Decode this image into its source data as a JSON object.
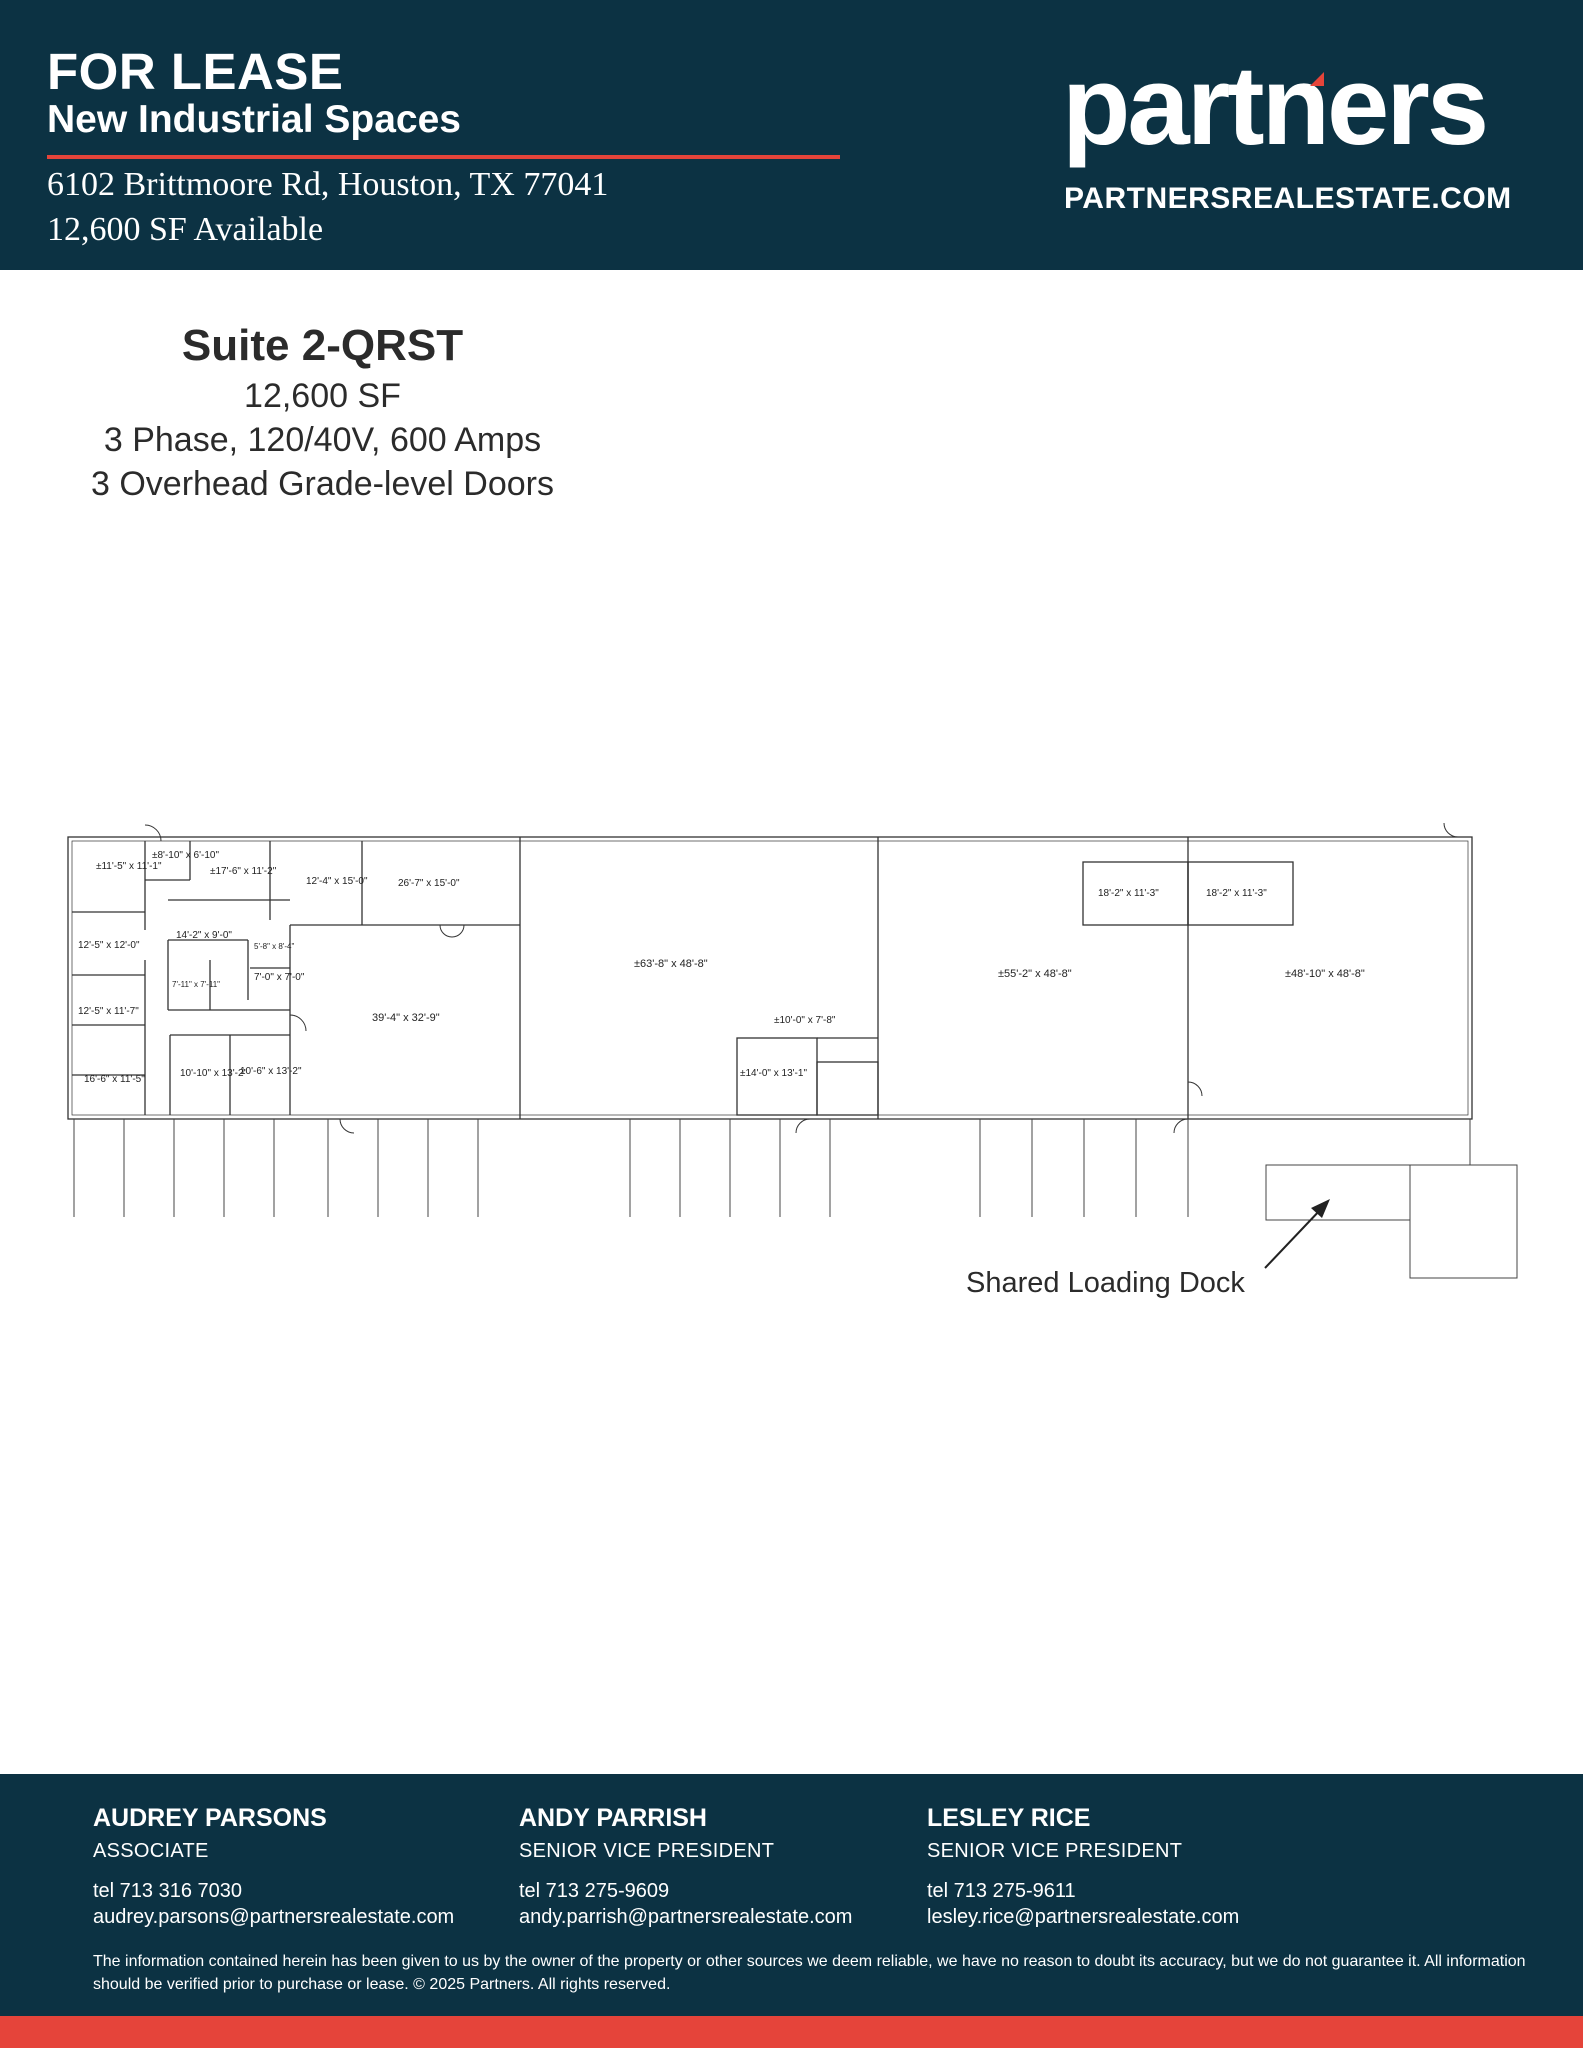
{
  "header": {
    "title": "FOR LEASE",
    "subtitle": "New Industrial Spaces",
    "address": "6102 Brittmoore Rd, Houston, TX 77041",
    "available": "12,600 SF Available",
    "logo_text": "partners",
    "website": "PARTNERSREALESTATE.COM"
  },
  "suite": {
    "title": "Suite 2-QRST",
    "area": "12,600 SF",
    "power": "3 Phase, 120/40V, 600 Amps",
    "doors": "3 Overhead Grade-level Doors"
  },
  "floor_plan": {
    "rooms": [
      "±11'-5\" x 11'-1\"",
      "±8'-10\" x 6'-10\"",
      "±17'-6\" x 11'-2\"",
      "12'-4\" x 15'-0\"",
      "26'-7\" x 15'-0\"",
      "14'-2\" x 9'-0\"",
      "5'-8\" x 8'-4\"",
      "12'-5\" x 12'-0\"",
      "7'-11\" x 7'-11\"",
      "7'-0\" x 7'-0\"",
      "12'-5\" x 11'-7\"",
      "39'-4\" x 32'-9\"",
      "16'-6\" x 11'-5\"",
      "10'-10\" x 13'-2\"",
      "10'-6\" x 13'-2\"",
      "±63'-8\" x 48'-8\"",
      "±10'-0\" x 7'-8\"",
      "±14'-0\" x 13'-1\"",
      "18'-2\" x 11'-3\"",
      "18'-2\" x 11'-3\"",
      "±55'-2\" x 48'-8\"",
      "±48'-10\" x 48'-8\""
    ],
    "dock_label": "Shared Loading Dock"
  },
  "footer": {
    "agents": [
      {
        "name": "AUDREY PARSONS",
        "title": "ASSOCIATE",
        "tel": "tel 713 316 7030",
        "email": "audrey.parsons@partnersrealestate.com"
      },
      {
        "name": "ANDY PARRISH",
        "title": "SENIOR VICE PRESIDENT",
        "tel": "tel 713 275-9609",
        "email": "andy.parrish@partnersrealestate.com"
      },
      {
        "name": "LESLEY RICE",
        "title": "SENIOR VICE PRESIDENT",
        "tel": "tel 713 275-9611",
        "email": "lesley.rice@partnersrealestate.com"
      }
    ],
    "disclaimer": "The information contained herein has been given to us by the owner of the property or other sources we deem reliable, we have no reason to doubt its accuracy, but we do not guarantee it. All information should be verified prior to purchase or lease. © 2025 Partners. All rights reserved."
  },
  "colors": {
    "navy": "#0c3243",
    "accent_red": "#e5443a",
    "text_dark": "#2b2b2b"
  }
}
